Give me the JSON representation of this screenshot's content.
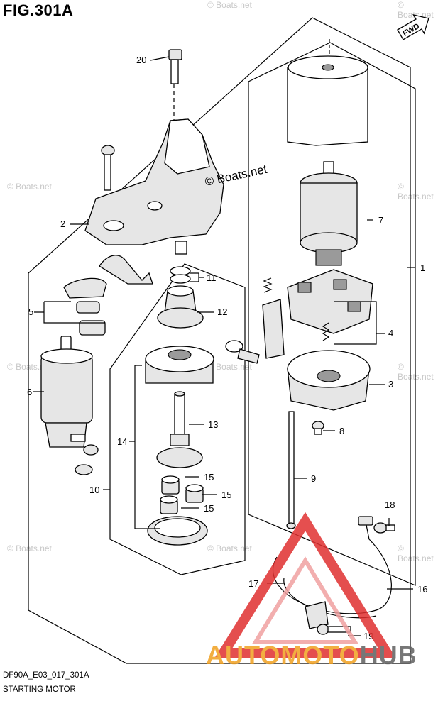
{
  "figure": {
    "title": "FIG.301A",
    "code": "DF90A_E03_017_301A",
    "caption": "STARTING MOTOR",
    "fwd_label": "FWD"
  },
  "watermarks": {
    "boats_net": "© Boats.net",
    "center_mark": "© Boats.net",
    "brand": "AUTOMOTOHUB"
  },
  "callouts": [
    "1",
    "2",
    "3",
    "4",
    "5",
    "6",
    "7",
    "8",
    "9",
    "10",
    "11",
    "12",
    "13",
    "14",
    "15",
    "15",
    "15",
    "16",
    "17",
    "18",
    "19",
    "20"
  ],
  "colors": {
    "line": "#000000",
    "watermark_gray": "#c8c8c8",
    "brand_orange": "#f0a020",
    "brand_dark": "#606060",
    "logo_red": "#e03030"
  }
}
